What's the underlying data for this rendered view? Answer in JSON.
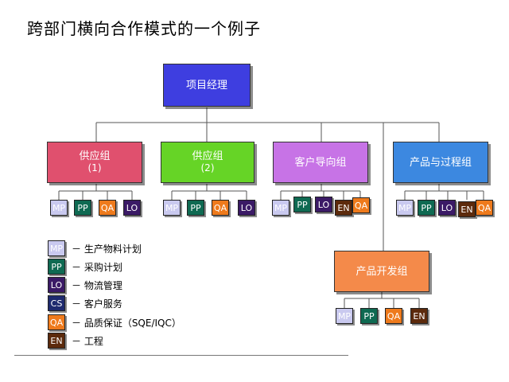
{
  "title": "跨部门横向合作模式的一个例子",
  "colors": {
    "top": "#3e3ee0",
    "supply1": "#e0506e",
    "supply2": "#66d426",
    "customer": "#c773e6",
    "product_process": "#3c88e0",
    "product_dev": "#f48a4a",
    "MP": "#c9c9ef",
    "PP": "#0f6a52",
    "QA": "#ee7a1c",
    "LO": "#3b1a66",
    "EN": "#5c2a0c",
    "CS": "#1e2a6e"
  },
  "nodes": {
    "top": {
      "label": "项目经理"
    },
    "supply1": {
      "label": "供应组",
      "sub": "(1)",
      "chips": [
        "MP",
        "PP",
        "QA",
        "LO"
      ]
    },
    "supply2": {
      "label": "供应组",
      "sub": "(2)",
      "chips": [
        "MP",
        "PP",
        "QA",
        "LO"
      ]
    },
    "customer": {
      "label": "客户导向组",
      "chips": [
        "MP",
        "PP",
        "LO",
        "EN",
        "QA"
      ]
    },
    "product_process": {
      "label": "产品与过程组",
      "chips": [
        "MP",
        "PP",
        "LO",
        "EN",
        "QA"
      ]
    },
    "product_dev": {
      "label": "产品开发组",
      "chips": [
        "MP",
        "PP",
        "QA",
        "EN"
      ]
    }
  },
  "legend": [
    {
      "code": "MP",
      "label": "－ 生产物料计划"
    },
    {
      "code": "PP",
      "label": "－ 采购计划"
    },
    {
      "code": "LO",
      "label": "－ 物流管理"
    },
    {
      "code": "CS",
      "label": "－ 客户服务"
    },
    {
      "code": "QA",
      "label": "－ 品质保证（SQE/IQC）"
    },
    {
      "code": "EN",
      "label": "－ 工程"
    }
  ]
}
